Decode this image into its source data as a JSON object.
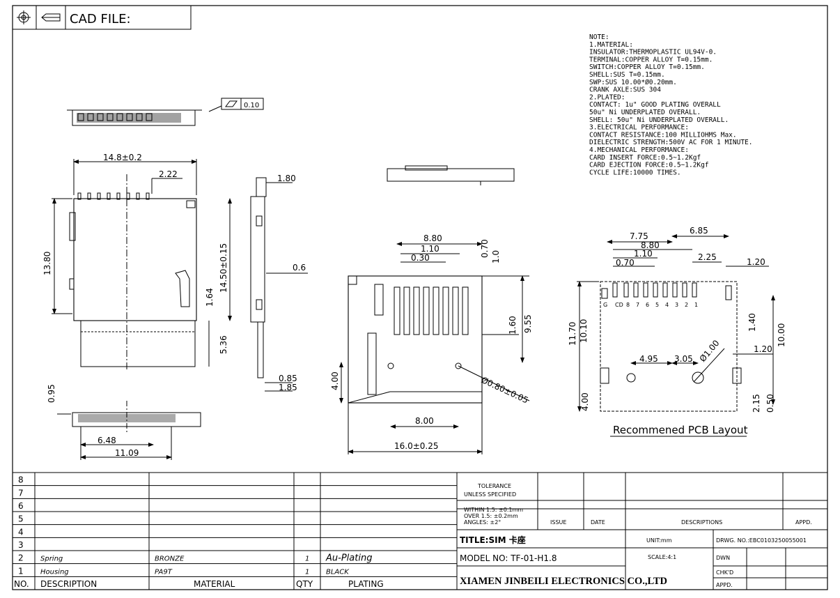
{
  "header": {
    "cad_label": "CAD FILE:",
    "flatness_value": "0.10"
  },
  "notes": [
    "NOTE:",
    "1.MATERIAL:",
    "   INSULATOR:THERMOPLASTIC UL94V-0.",
    "   TERMINAL:COPPER ALLOY T=0.15mm.",
    "   SWITCH:COPPER ALLOY T=0.15mm.",
    "   SHELL:SUS T=0.15mm.",
    "   SWP:SUS 10.00*Ø0.20mm.",
    "   CRANK AXLE:SUS 304",
    "2.PLATED:",
    " CONTACT: 1u\"  GOOD  PLATING OVERALL",
    "          50u\" Ni UNDERPLATED  OVERALL.",
    "   SHELL: 50u\" Ni UNDERPLATED  OVERALL.",
    " 3.ELECTRICAL PERFORMANCE:",
    "   CONTACT RESISTANCE:100 MILLIOHMS Max.",
    "   DIELECTRIC STRENGTH:500V AC FOR 1 MINUTE.",
    " 4.MECHANICAL PERFORMANCE:",
    "   CARD INSERT FORCE:0.5~1.2Kgf",
    "   CARD EJECTION FORCE:0.5~1.2Kgf",
    "   CYCLE LIFE:10000 TIMES."
  ],
  "dims": {
    "top_w": "14.8±0.2",
    "top_pitch": "2.22",
    "left_h": "13.80",
    "right_h": "14.50±0.15",
    "d164": "1.64",
    "d536": "5.36",
    "d095": "0.95",
    "d648": "6.48",
    "d1109": "11.09",
    "side_180": "1.80",
    "side_06": "0.6",
    "side_085": "0.85",
    "side_185": "1.85",
    "m880": "8.80",
    "m110": "1.10",
    "m030": "0.30",
    "m070": "0.70",
    "m10": "1.0",
    "m160": "1.60",
    "m955": "9.55",
    "m400": "4.00",
    "m800": "8.00",
    "m160w": "16.0±0.25",
    "mhole": "Ø0.80±0.05",
    "p775": "7.75",
    "p685": "6.85",
    "p880": "8.80",
    "p110": "1.10",
    "p070": "0.70",
    "p225": "2.25",
    "p120a": "1.20",
    "p1170": "11.70",
    "p1010": "10.10",
    "p140": "1.40",
    "p1000": "10.00",
    "p120b": "1.20",
    "p495": "4.95",
    "p305": "3.05",
    "p100": "Ø1.00",
    "p400": "4.00",
    "p215": "2.15",
    "p050": "0.50"
  },
  "pcb": {
    "pins": [
      "G",
      "CD",
      "8",
      "7",
      "6",
      "5",
      "4",
      "3",
      "2",
      "1"
    ],
    "caption": "Recommened PCB Layout"
  },
  "bom": {
    "row_numbers": [
      "8",
      "7",
      "6",
      "5",
      "4",
      "3",
      "2",
      "1"
    ],
    "rows": [
      {
        "no": "2",
        "desc": "Spring",
        "material": "BRONZE",
        "qty": "1",
        "plating": "Au-Plating"
      },
      {
        "no": "1",
        "desc": "Housing",
        "material": "PA9T",
        "qty": "1",
        "plating": "BLACK"
      }
    ],
    "headers": {
      "no": "NO.",
      "desc": "DESCRIPTION",
      "material": "MATERIAL",
      "qty": "QTY",
      "plating": "PLATING"
    }
  },
  "title_block": {
    "tolerance": [
      "TOLERANCE",
      "UNLESS SPECIFIED"
    ],
    "within": [
      "WITHIN 1.5: ±0.1mm",
      "OVER 1.5: ±0.2mm",
      "ANGLES: ±2°"
    ],
    "issue": "ISSUE",
    "date": "DATE",
    "descriptions": "DESCRIPTIONS",
    "appd_head": "APPD.",
    "title": "TITLE:SIM 卡座",
    "unit": "UNIT:mm",
    "drwg": "DRWG. NO.:EBC0103250055001",
    "model": "MODEL NO: TF-01-H1.8",
    "scale": "SCALE:4:1",
    "dwn": "DWN",
    "chkd": "CHK'D",
    "company": "XIAMEN JINBEILI ELECTRONICS CO.,LTD",
    "appd": "APPD."
  }
}
